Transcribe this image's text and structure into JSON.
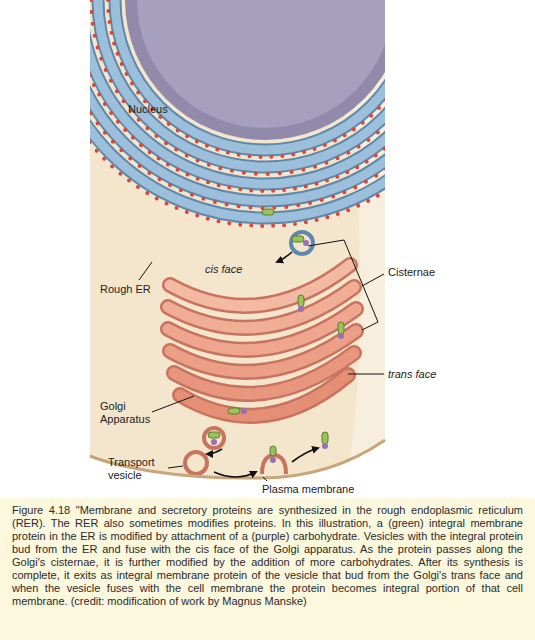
{
  "diagram": {
    "caption": "Figure 4.18 \"Membrane and secretory proteins are synthesized in the rough endoplasmic reticulum (RER). The RER also sometimes modifies proteins. In this illustration, a (green) integral membrane protein in the ER is modified by attachment of a (purple) carbohydrate. Vesicles with the integral protein bud from the ER and fuse with the cis face of the Golgi apparatus. As the protein passes along the Golgi's cisternae, it is further modified by the addition of more carbohydrates. After its synthesis is complete, it exits as integral membrane protein of the vesicle that bud from the Golgi's trans face and when the vesicle fuses with the cell membrane the protein becomes integral portion of that cell membrane. (credit: modification of work by Magnus Manske)",
    "labels": [
      "Nucleus",
      "Rough ER",
      "cis face",
      "Cisternae",
      "trans face",
      "Golgi Apparatus",
      "Transport vesicle",
      "Plasma membrane"
    ]
  }
}
